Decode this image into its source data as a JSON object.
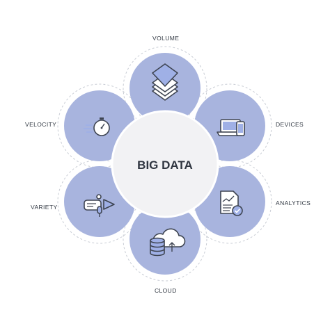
{
  "diagram": {
    "center": {
      "title": "BIG DATA"
    },
    "petals": [
      {
        "id": "volume",
        "label": "VOLUME",
        "icon": "stacked-layers-icon"
      },
      {
        "id": "devices",
        "label": "DEVICES",
        "icon": "laptop-phone-icon"
      },
      {
        "id": "analytics",
        "label": "ANALYTICS",
        "icon": "report-checklist-icon"
      },
      {
        "id": "cloud",
        "label": "CLOUD",
        "icon": "cloud-database-icon"
      },
      {
        "id": "variety",
        "label": "VARIETY",
        "icon": "megaphone-message-icon"
      },
      {
        "id": "velocity",
        "label": "VELOCITY",
        "icon": "stopwatch-icon"
      }
    ],
    "colors": {
      "petal": "#a8b4de",
      "icon_fill": "#9fb0e6",
      "icon_stroke": "#3e4451",
      "center_fill": "#f2f2f4",
      "dashed_ring": "#c8ccd4"
    }
  }
}
